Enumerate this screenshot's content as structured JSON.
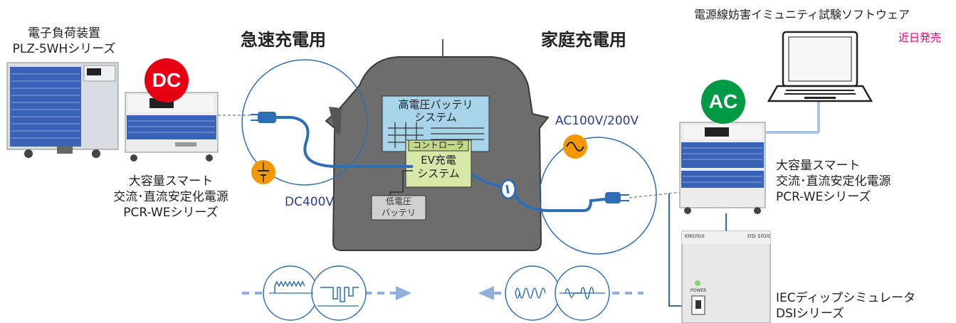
{
  "headings": {
    "quick": "急速充電用",
    "home": "家庭充電用"
  },
  "left_load": {
    "line1": "電子負荷装置",
    "line2": "PLZ-5WHシリーズ"
  },
  "left_power": {
    "line1": "大容量スマート",
    "line2": "交流･直流安定化電源",
    "line3": "PCR-WEシリーズ"
  },
  "right_power": {
    "line1": "大容量スマート",
    "line2": "交流･直流安定化電源",
    "line3": "PCR-WEシリーズ"
  },
  "software": {
    "title": "電源線妨害イミュニティ試験ソフトウェア",
    "status": "近日発売"
  },
  "simulator": {
    "line1": "IECディップシミュレータ",
    "line2": "DSIシリーズ",
    "panel_brand": "KIKUSUI",
    "panel_model": "DSI 1020",
    "panel_power": "POWER"
  },
  "badges": {
    "dc": "DC",
    "ac": "AC"
  },
  "voltages": {
    "dc": "DC400V",
    "ac": "AC100V/200V"
  },
  "car": {
    "battery_hv_line1": "高電圧バッテリ",
    "battery_hv_line2": "システム",
    "controller": "コントローラ",
    "charger_line1": "EV充電",
    "charger_line2": "システム",
    "battery_lv_line1": "低電圧",
    "battery_lv_line2": "バッテリ"
  },
  "colors": {
    "dc_badge": "#e60012",
    "ac_badge": "#009944",
    "car_body": "#6d6d6d",
    "cable": "#2f6db4",
    "accent_orange": "#f39800"
  }
}
